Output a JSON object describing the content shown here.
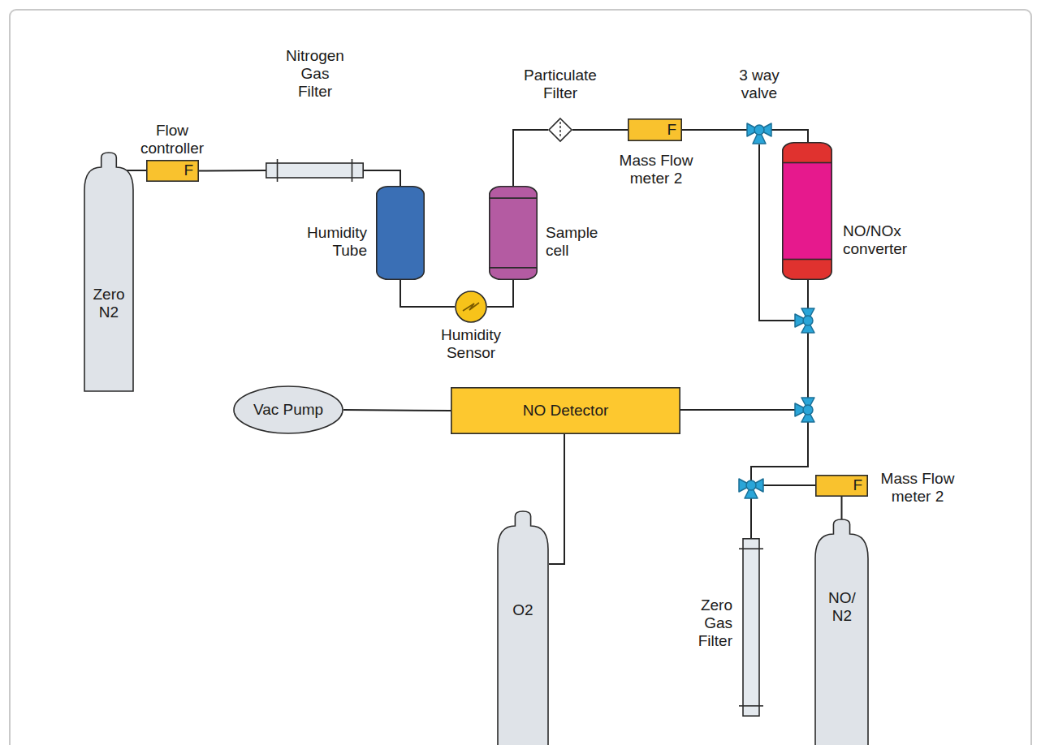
{
  "diagram": {
    "nodes": [
      {
        "text": [
          "Zero N2"
        ]
      },
      {
        "text": [
          "Flow controller",
          "F"
        ]
      },
      {
        "text": [
          "Nitrogen Gas Filter"
        ]
      },
      {
        "text": [
          "Humidity Tube"
        ]
      },
      {
        "text": [
          "Humidity Sensor"
        ]
      },
      {
        "text": [
          "Sample cell"
        ]
      },
      {
        "text": [
          "Particulate Filter"
        ]
      },
      {
        "text": [
          "Mass Flow meter 2",
          "F"
        ]
      },
      {
        "text": [
          "3 way valve"
        ]
      },
      {
        "text": [
          "NO/NOx converter"
        ]
      },
      {
        "text": [
          "Vac Pump"
        ]
      },
      {
        "text": [
          "NO Detector"
        ]
      },
      {
        "text": [
          "O2"
        ]
      },
      {
        "text": [
          "Zero Gas Filter"
        ]
      },
      {
        "text": [
          "Mass Flow meter 2",
          "F"
        ]
      },
      {
        "text": [
          "NO/ N2"
        ]
      }
    ],
    "edges": [
      {
        "from": 0,
        "to": 1,
        "arrow": "none"
      },
      {
        "from": 1,
        "to": 2,
        "arrow": "none"
      },
      {
        "from": 2,
        "to": 3,
        "arrow": "none"
      },
      {
        "from": 3,
        "to": 4,
        "arrow": "none"
      },
      {
        "from": 4,
        "to": 5,
        "arrow": "none"
      },
      {
        "from": 5,
        "to": 6,
        "arrow": "none"
      },
      {
        "from": 6,
        "to": 7,
        "arrow": "none"
      },
      {
        "from": 7,
        "to": 8,
        "arrow": "none"
      },
      {
        "from": 8,
        "to": 9,
        "arrow": "none"
      },
      {
        "from": 9,
        "to": 11,
        "arrow": "none"
      },
      {
        "from": 8,
        "to": 11,
        "arrow": "none"
      },
      {
        "from": 15,
        "to": 14,
        "arrow": "none"
      },
      {
        "from": 14,
        "to": 11,
        "arrow": "none"
      },
      {
        "from": 13,
        "to": 11,
        "arrow": "none"
      },
      {
        "from": 11,
        "to": 10,
        "arrow": "none"
      },
      {
        "from": 12,
        "to": 11,
        "arrow": "none"
      }
    ]
  }
}
